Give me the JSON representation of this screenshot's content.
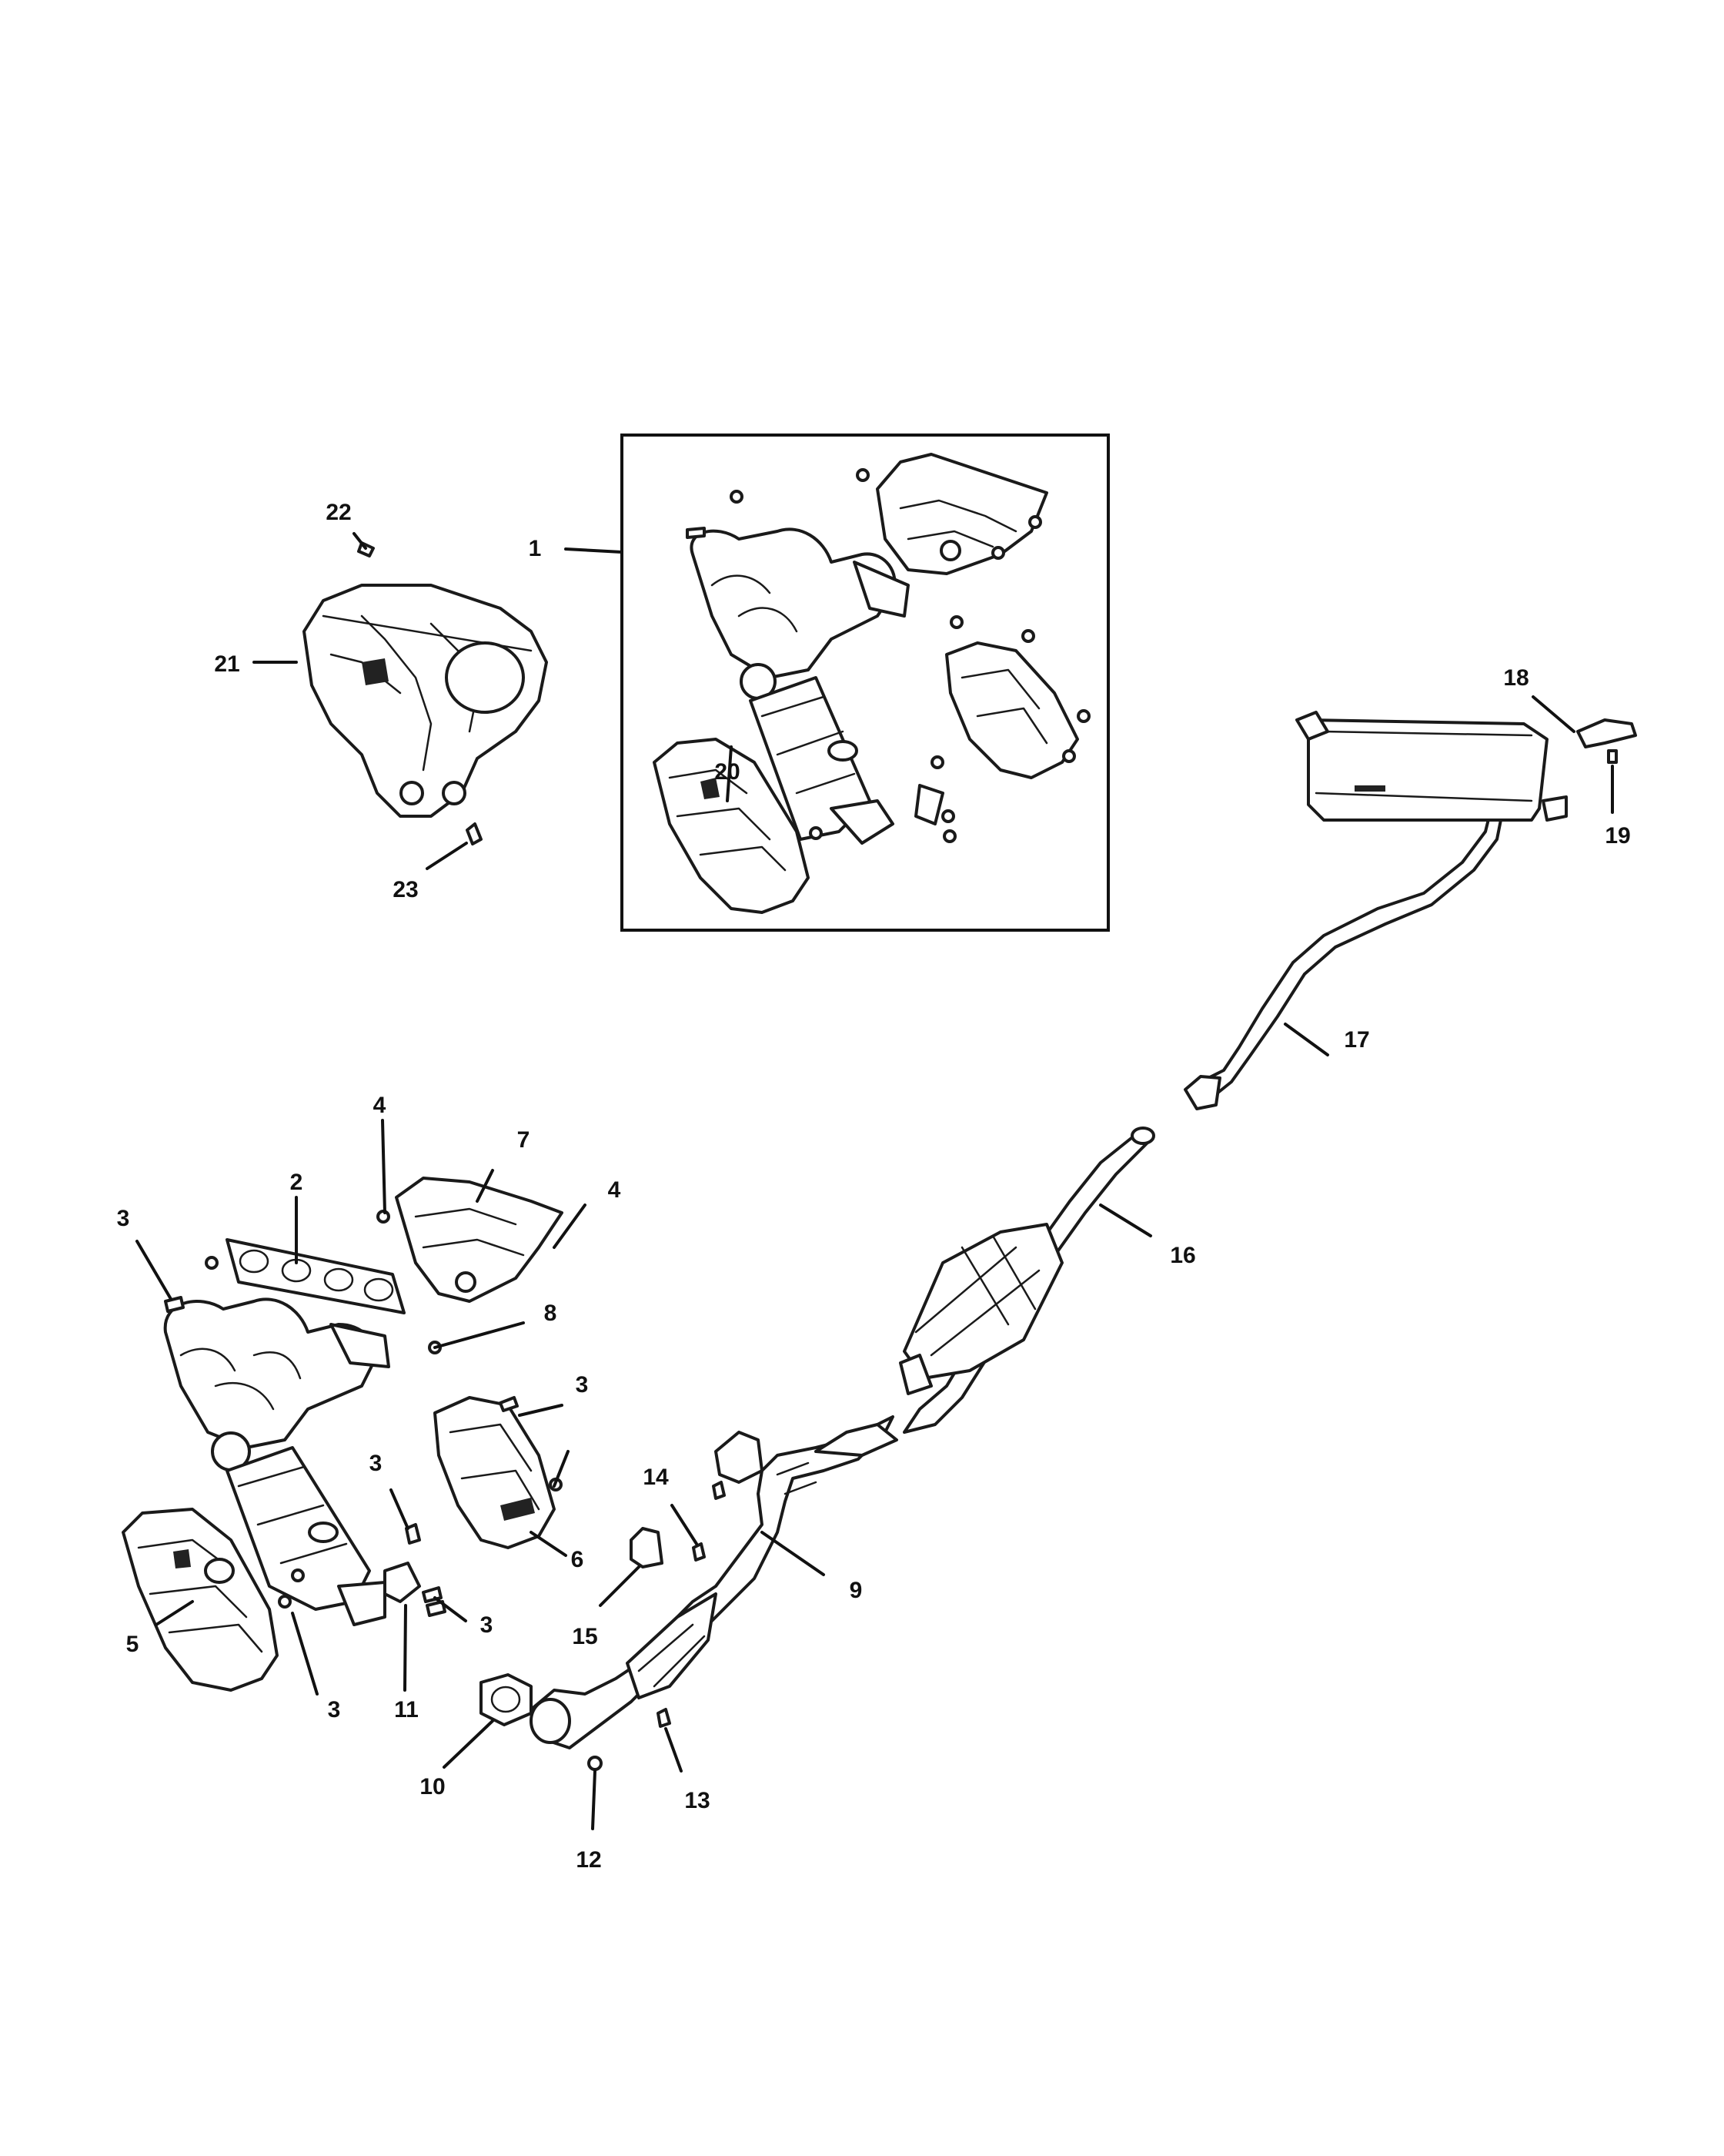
{
  "diagram": {
    "callouts": [
      {
        "id": "c1",
        "text": "1"
      },
      {
        "id": "c2",
        "text": "2"
      },
      {
        "id": "c3a",
        "text": "3"
      },
      {
        "id": "c3b",
        "text": "3"
      },
      {
        "id": "c3c",
        "text": "3"
      },
      {
        "id": "c3d",
        "text": "3"
      },
      {
        "id": "c3e",
        "text": "3"
      },
      {
        "id": "c4a",
        "text": "4"
      },
      {
        "id": "c4b",
        "text": "4"
      },
      {
        "id": "c5",
        "text": "5"
      },
      {
        "id": "c6",
        "text": "6"
      },
      {
        "id": "c7",
        "text": "7"
      },
      {
        "id": "c8",
        "text": "8"
      },
      {
        "id": "c9",
        "text": "9"
      },
      {
        "id": "c10",
        "text": "10"
      },
      {
        "id": "c11",
        "text": "11"
      },
      {
        "id": "c12",
        "text": "12"
      },
      {
        "id": "c13",
        "text": "13"
      },
      {
        "id": "c14",
        "text": "14"
      },
      {
        "id": "c15",
        "text": "15"
      },
      {
        "id": "c16",
        "text": "16"
      },
      {
        "id": "c17",
        "text": "17"
      },
      {
        "id": "c18",
        "text": "18"
      },
      {
        "id": "c19",
        "text": "19"
      },
      {
        "id": "c20",
        "text": "20"
      },
      {
        "id": "c21",
        "text": "21"
      },
      {
        "id": "c22",
        "text": "22"
      },
      {
        "id": "c23",
        "text": "23"
      }
    ]
  }
}
